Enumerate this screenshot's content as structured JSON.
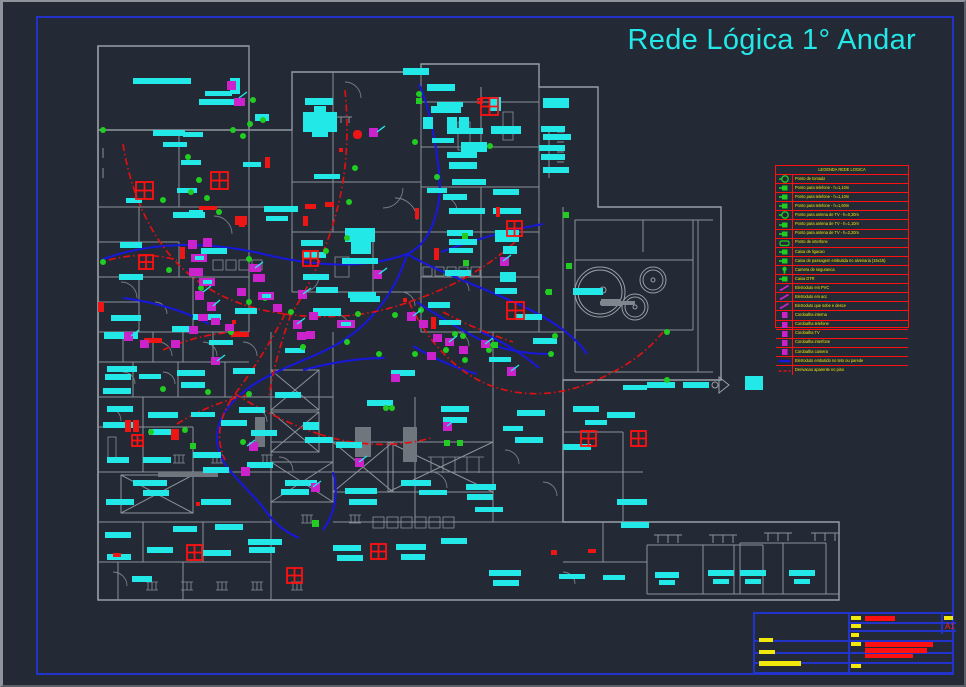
{
  "sheet": {
    "title": "Rede Lógica 1° Andar",
    "title_color": "#24e8e8",
    "background_color": "#232935",
    "frame_color": "#2233cc",
    "paper_size": "A1"
  },
  "palette": {
    "wall": "#9aa0a8",
    "text_block": "#22e8e8",
    "cable_backbone": "#1818d8",
    "cable_secondary": "#dd1111",
    "panel": "#ff1111",
    "outlet_node": "#22cc22",
    "device_box": "#cc22cc",
    "legend_border": "#ff1111",
    "legend_text": "#f2e80c"
  },
  "legend": {
    "header": "LEGENDA REDE LOGICA",
    "items": [
      {
        "label": "Ponto de tomada",
        "symbol": "circle-green",
        "color": "#22cc22"
      },
      {
        "label": "Ponto para telefone - h=1,10m",
        "symbol": "box-green",
        "color": "#22cc22"
      },
      {
        "label": "Ponto para telefone - h=1,10m",
        "symbol": "box-green",
        "color": "#22cc22"
      },
      {
        "label": "Ponto para telefone - h=1,60m",
        "symbol": "box-green",
        "color": "#22cc22"
      },
      {
        "label": "Ponto para antena de TV - h=0,30m",
        "symbol": "circle-green",
        "color": "#22cc22"
      },
      {
        "label": "Ponto para antena de TV - h=1,10m",
        "symbol": "box-green",
        "color": "#22cc22"
      },
      {
        "label": "Ponto para antena de TV - h=2,20m",
        "symbol": "box-green",
        "color": "#22cc22"
      },
      {
        "label": "Ponto de interfone",
        "symbol": "rect-green",
        "color": "#22cc22"
      },
      {
        "label": "Caixa de ligacao",
        "symbol": "box-green",
        "color": "#22cc22"
      },
      {
        "label": "Caixa de passagem embutida no alvenaria (15x15)",
        "symbol": "box-green",
        "color": "#22cc22"
      },
      {
        "label": "Camera de seguranca",
        "symbol": "camera-green",
        "color": "#22cc22"
      },
      {
        "label": "Caixa DTR",
        "symbol": "box-green",
        "color": "#22cc22"
      },
      {
        "label": "Eletroduto em PVC",
        "symbol": "line-magenta",
        "color": "#cc22cc"
      },
      {
        "label": "Eletroduto em aco",
        "symbol": "line-magenta",
        "color": "#cc22cc"
      },
      {
        "label": "Eletroduto que sobe e desce",
        "symbol": "line-magenta",
        "color": "#cc22cc"
      },
      {
        "label": "Cordoalha interna",
        "symbol": "box-magenta",
        "color": "#cc22cc"
      },
      {
        "label": "Cordoalha telefone",
        "symbol": "box-magenta",
        "color": "#cc22cc"
      },
      {
        "label": "Cordoalha TV",
        "symbol": "box-magenta",
        "color": "#cc22cc"
      },
      {
        "label": "Cordoalha interfone",
        "symbol": "box-magenta",
        "color": "#cc22cc"
      },
      {
        "label": "Cordoalha camera",
        "symbol": "box-magenta",
        "color": "#cc22cc"
      },
      {
        "label": "Eletroduto embutido no teto ou parede",
        "symbol": "line-blue",
        "color": "#1818d8"
      },
      {
        "label": "Derivacao aparente no piso",
        "symbol": "line-red",
        "color": "#dd1111"
      }
    ]
  },
  "title_block": {
    "paper_size": "A1",
    "rows": 4
  }
}
